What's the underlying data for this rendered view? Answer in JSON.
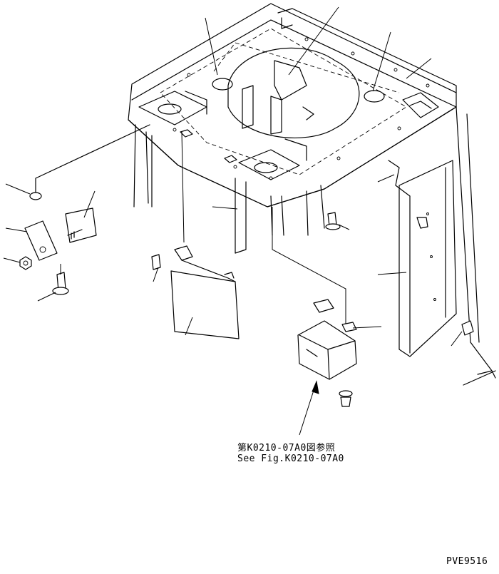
{
  "reference": {
    "note_jp": "第K0210-07A0図参照",
    "note_en": "See Fig.K0210-07A0"
  },
  "drawing_code": "PVE9516"
}
